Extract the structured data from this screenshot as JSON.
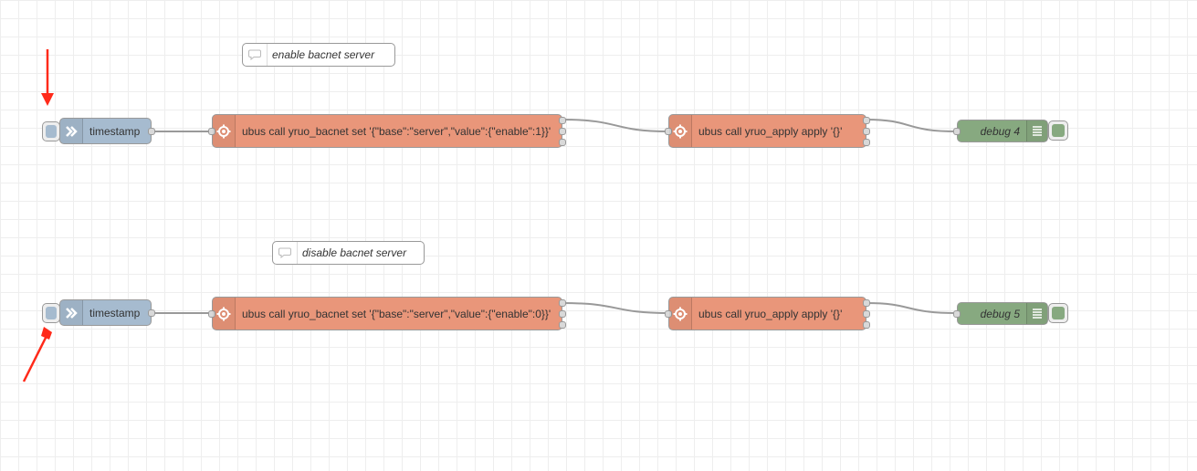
{
  "flow_row_1": {
    "comment": "enable bacnet server",
    "inject_label": "timestamp",
    "exec1_label": "ubus call yruo_bacnet set '{\"base\":\"server\",\"value\":{\"enable\":1}}'",
    "exec2_label": "ubus call yruo_apply apply '{}'",
    "debug_label": "debug 4"
  },
  "flow_row_2": {
    "comment": "disable bacnet server",
    "inject_label": "timestamp",
    "exec1_label": "ubus call yruo_bacnet set '{\"base\":\"server\",\"value\":{\"enable\":0}}'",
    "exec2_label": "ubus call yruo_apply apply '{}'",
    "debug_label": "debug 5"
  },
  "colors": {
    "inject_node": "#a6bbcf",
    "exec_node": "#e9967a",
    "debug_node": "#87a980",
    "wire": "#999999",
    "annotation_arrow": "#ff2a1a"
  },
  "icons": {
    "inject": "arrow-in-icon",
    "exec": "cog-icon",
    "debug": "list-icon",
    "comment": "speech-bubble-icon"
  }
}
